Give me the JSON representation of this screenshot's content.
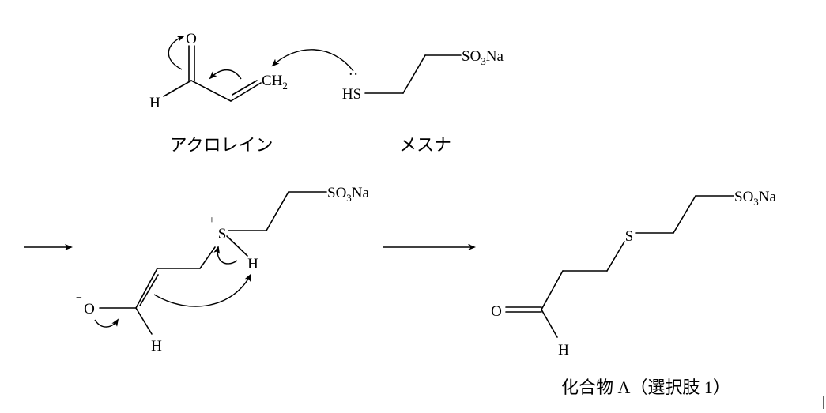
{
  "acrolein": {
    "O": "O",
    "H": "H",
    "CH": "CH",
    "CH_sub": "2",
    "label": "アクロレイン"
  },
  "mesna": {
    "HS": "HS",
    "lone_pair": "··",
    "SO": "SO",
    "SO_sub": "3",
    "Na": "Na",
    "label": "メスナ"
  },
  "intermediate": {
    "O": "O",
    "O_charge": "−",
    "H1": "H",
    "S": "S",
    "S_charge": "+",
    "H2": "H",
    "SO": "SO",
    "SO_sub": "3",
    "Na": "Na"
  },
  "product": {
    "O": "O",
    "H": "H",
    "S": "S",
    "SO": "SO",
    "SO_sub": "3",
    "Na": "Na",
    "label": "化合物 A（選択肢 1）"
  }
}
